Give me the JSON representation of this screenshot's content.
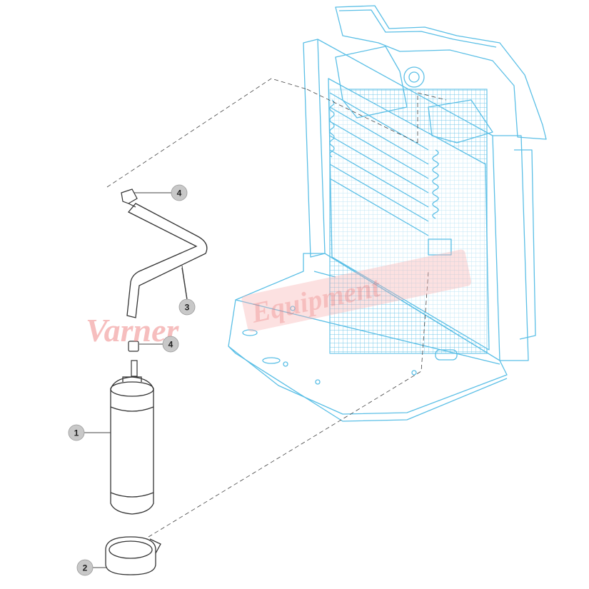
{
  "diagram": {
    "callouts": [
      {
        "id": "part-1",
        "label": "1"
      },
      {
        "id": "part-2",
        "label": "2"
      },
      {
        "id": "part-3",
        "label": "3"
      },
      {
        "id": "part-4-top",
        "label": "4"
      },
      {
        "id": "part-4-bottom",
        "label": "4"
      }
    ],
    "watermark": {
      "text_script": "Varner",
      "text_block": "Equipment",
      "color": "#f08a8a"
    },
    "colors": {
      "unit_outline": "#5bbfe6",
      "part_outline": "#333333",
      "callout_fill": "#c8c8c8",
      "leader": "#444444"
    }
  }
}
